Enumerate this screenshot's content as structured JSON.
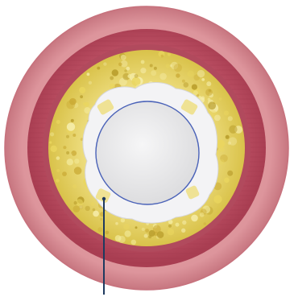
{
  "colors": {
    "background": "#ffffff",
    "outer_wall": "#d98c93",
    "outer_wall_edge": "#b9616d",
    "media_layer": "#b8475a",
    "media_layer_light": "#c45a6c",
    "plaque": "#e2cf5a",
    "plaque_highlight": "#f4ec9e",
    "plaque_shadow": "#b69a28",
    "lumen": "#e9e9ea",
    "stent": "#4a62b8",
    "stent_strut": "#f0e287",
    "pointer_line": "#1e3a5f"
  },
  "diagram": {
    "subject": "artery-cross-section-with-stent",
    "layers": [
      "outer-wall",
      "media-layer",
      "plaque",
      "lumen",
      "stent"
    ],
    "strut_count": 4,
    "pointer_count": 1
  }
}
